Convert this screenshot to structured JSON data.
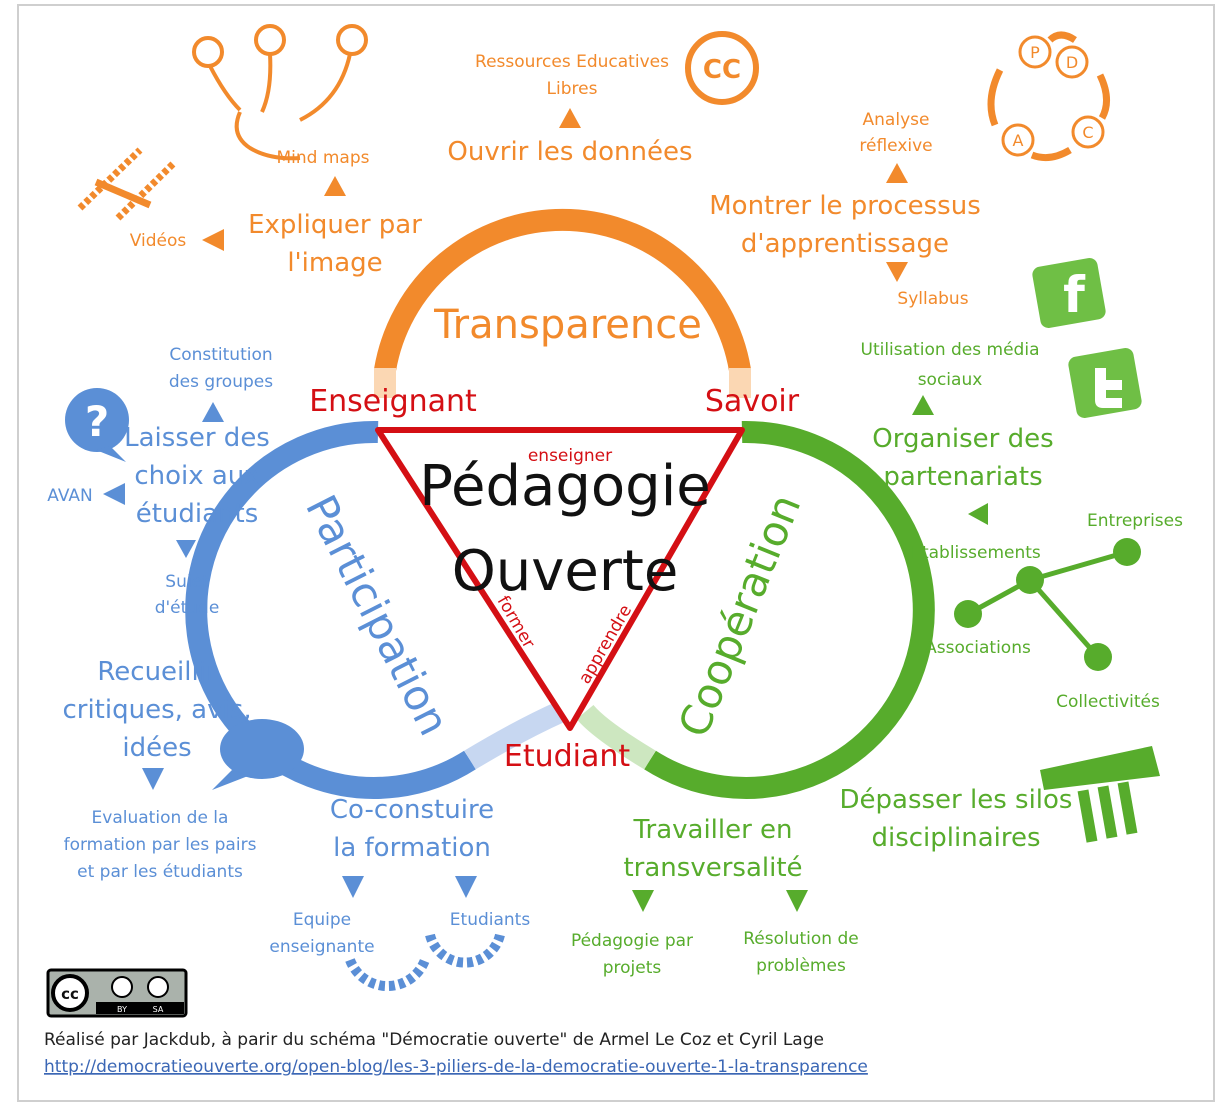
{
  "center": {
    "line1": "Pédagogie",
    "line2": "Ouverte"
  },
  "pillars": {
    "transparence": "Transparence",
    "participation": "Participation",
    "cooperation": "Coopération"
  },
  "vertices": {
    "enseignant": "Enseignant",
    "savoir": "Savoir",
    "etudiant": "Etudiant"
  },
  "edges": {
    "enseigner": "enseigner",
    "former": "former",
    "apprendre": "apprendre"
  },
  "transparence": {
    "ouvrir": "Ouvrir les données",
    "rel_1": "Ressources Educatives",
    "rel_2": "Libres",
    "cc_icon": "CC",
    "expliquer_1": "Expliquer par",
    "expliquer_2": "l'image",
    "mindmaps": "Mind maps",
    "videos": "Vidéos",
    "montrer_1": "Montrer le processus",
    "montrer_2": "d'apprentissage",
    "analyse_1": "Analyse",
    "analyse_2": "réflexive",
    "syllabus": "Syllabus",
    "pdca": [
      "P",
      "D",
      "C",
      "A"
    ]
  },
  "participation": {
    "laisser_1": "Laisser des",
    "laisser_2": "choix aux",
    "laisser_3": "étudiants",
    "constitution_1": "Constitution",
    "constitution_2": "des groupes",
    "avan": "AVAN",
    "sujet_1": "Sujet",
    "sujet_2": "d'étude",
    "recueillir_1": "Recueillir",
    "recueillir_2": "critiques, avis,",
    "recueillir_3": "idées",
    "evaluation_1": "Evaluation de la",
    "evaluation_2": "formation par les pairs",
    "evaluation_3": "et par les étudiants",
    "coconstuire_1": "Co-constuire",
    "coconstuire_2": "la formation",
    "equipe_1": "Equipe",
    "equipe_2": "enseignante",
    "etudiants": "Etudiants",
    "question_icon": "?"
  },
  "cooperation": {
    "utilisation_1": "Utilisation des média",
    "utilisation_2": "sociaux",
    "organiser_1": "Organiser des",
    "organiser_2": "partenariats",
    "entreprises": "Entreprises",
    "etablissements": "Etablissements",
    "associations": "Associations",
    "collectivites": "Collectivités",
    "depasser_1": "Dépasser les silos",
    "depasser_2": "disciplinaires",
    "travailler_1": "Travailler en",
    "travailler_2": "transversalité",
    "pedagogie_projets_1": "Pédagogie par",
    "pedagogie_projets_2": "projets",
    "resolution_1": "Résolution de",
    "resolution_2": "problèmes",
    "facebook_icon": "f"
  },
  "credits": {
    "license_labels": [
      "BY",
      "SA"
    ],
    "line": "Réalisé par Jackdub, à parir du schéma \"Démocratie ouverte\" de Armel Le Coz et Cyril Lage",
    "url": "http://democratieouverte.org/open-blog/les-3-piliers-de-la-democratie-ouverte-1-la-transparence"
  },
  "colors": {
    "transparence": "#f28a2c",
    "participation": "#5b8fd6",
    "cooperation": "#57ac2c",
    "triangle": "#d40f14"
  }
}
